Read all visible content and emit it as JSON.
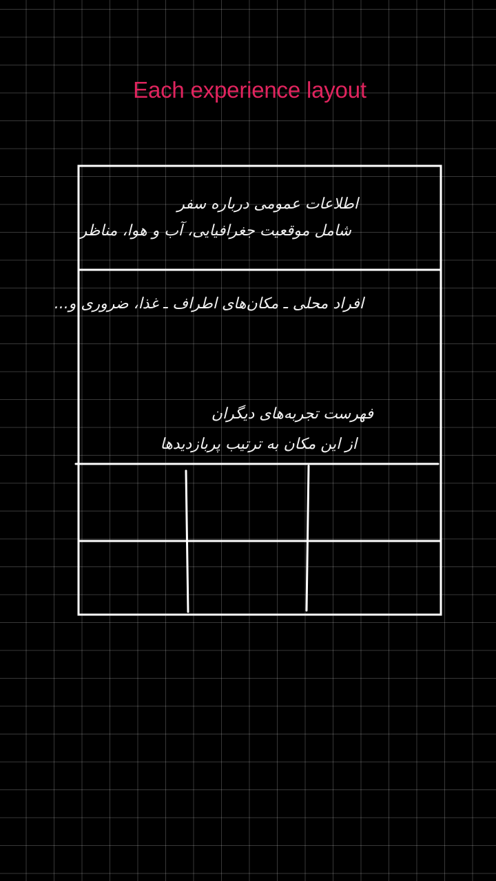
{
  "title": "Each experience layout",
  "accent_color": "#e0245e",
  "background_color": "#000000",
  "line_color": "#ffffff",
  "notes": {
    "section1_line1": "اطلاعات عمومی درباره سفر",
    "section1_line2": "شامل موقعیت جغرافیایی، آب و هوا، مناظر",
    "section2_line1": "افراد محلی ـ مکان‌های اطراف ـ غذا، ضروری و...",
    "section3_line1": "فهرست تجربه‌های دیگران",
    "section3_line2": "از این مکان به ترتیب پربازدیدها"
  }
}
